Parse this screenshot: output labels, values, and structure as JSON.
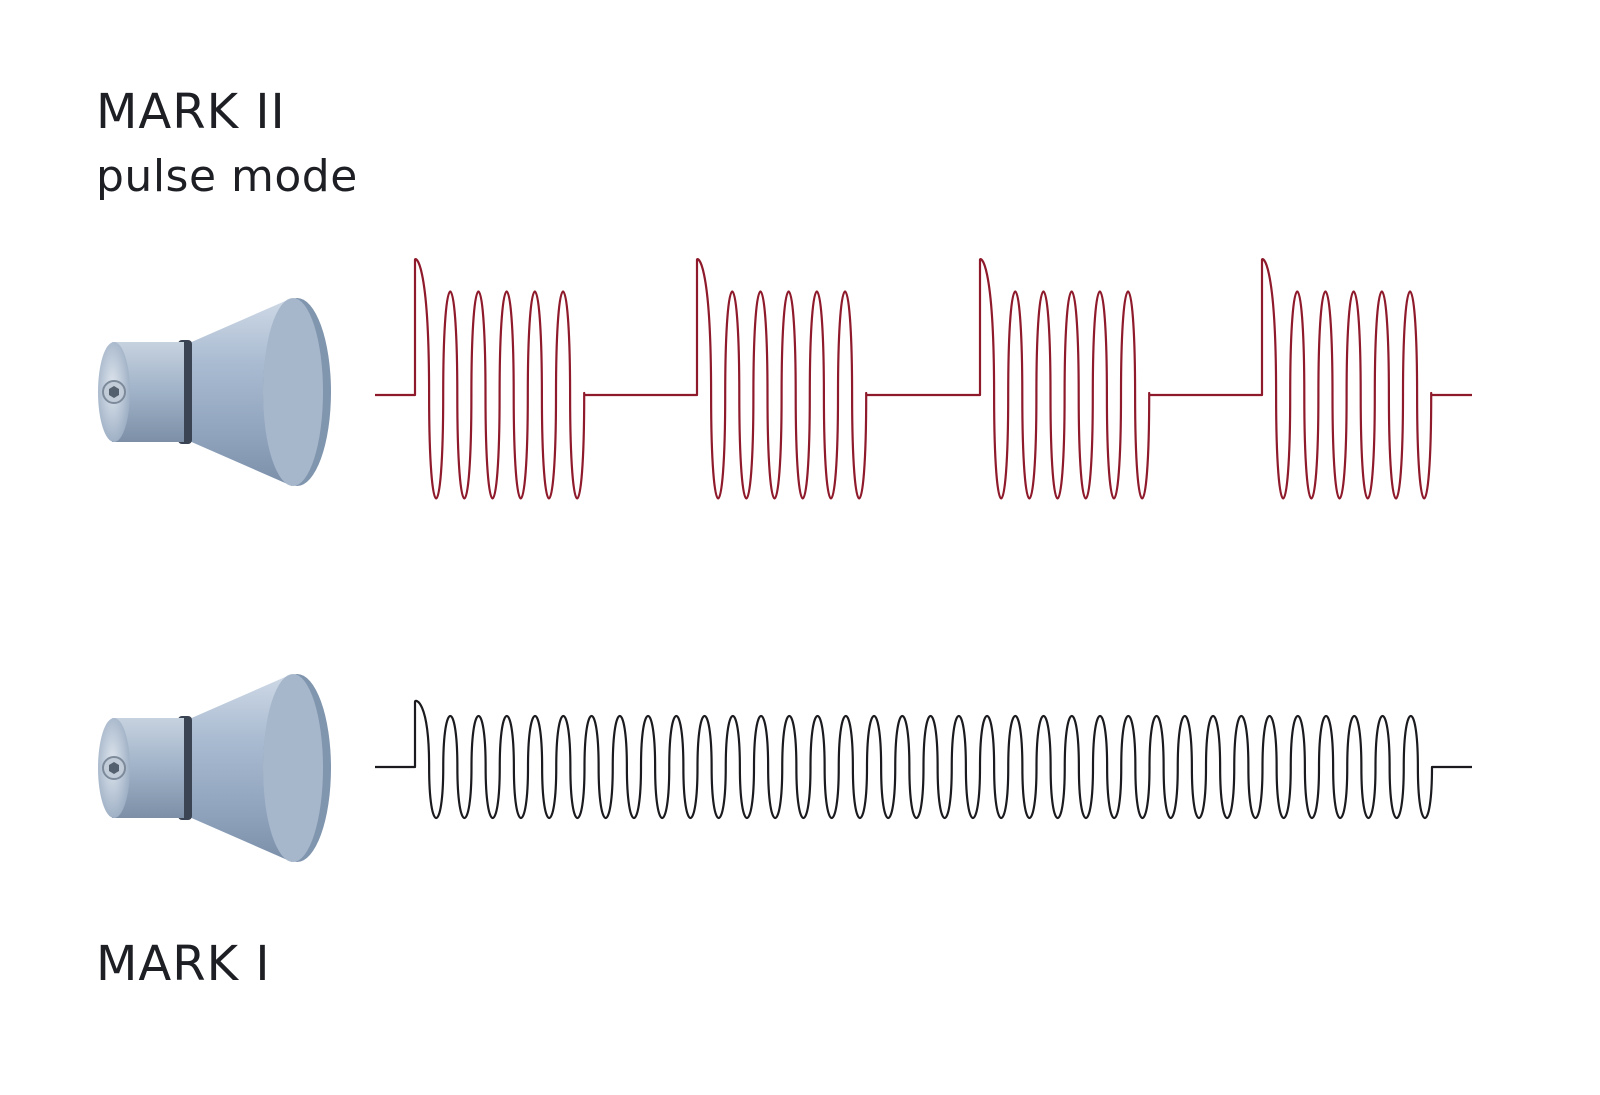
{
  "mark2": {
    "title": "MARK II",
    "subtitle": "pulse mode",
    "wave": {
      "type": "pulsed",
      "bursts": 4,
      "cycles_per_burst": 6,
      "color": "#8e1a2b"
    }
  },
  "mark1": {
    "title": "MARK I",
    "wave": {
      "type": "continuous",
      "cycles": 36,
      "color": "#1b1b1f"
    }
  },
  "device": {
    "icon": "ultrasound-transducer-icon",
    "color": "#9fb2cc"
  }
}
